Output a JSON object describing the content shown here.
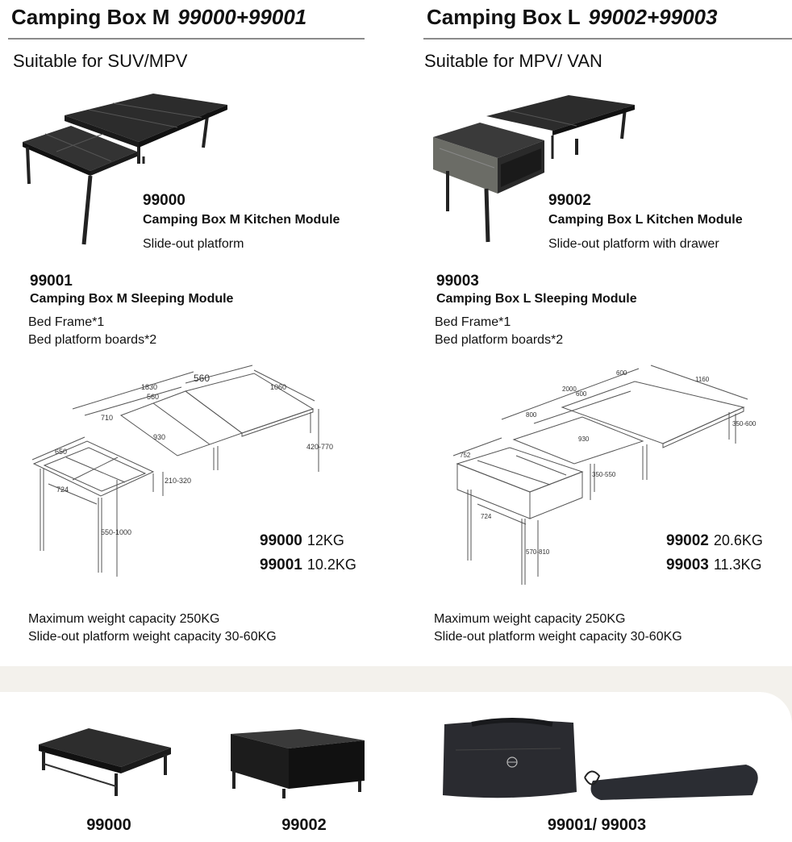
{
  "left": {
    "title": "Camping Box M",
    "title_code": "99000+99001",
    "subtitle": "Suitable for SUV/MPV",
    "kitchen": {
      "code": "99000",
      "name": "Camping Box M Kitchen Module",
      "desc": "Slide-out platform"
    },
    "sleeping": {
      "code": "99001",
      "name": "Camping Box M Sleeping Module",
      "item1": "Bed Frame*1",
      "item2": "Bed platform boards*2"
    },
    "dims": {
      "d1830": "1830",
      "d560a": "560",
      "d560b": "560",
      "d1060": "1060",
      "d710": "710",
      "d930": "930",
      "d650": "650",
      "d724": "724",
      "d210": "210-320",
      "d420": "420-770",
      "d550": "550-1000"
    },
    "weights": [
      {
        "code": "99000",
        "value": "12KG"
      },
      {
        "code": "99001",
        "value": "10.2KG"
      }
    ],
    "capacity1": "Maximum weight capacity 250KG",
    "capacity2": "Slide-out platform weight capacity 30-60KG"
  },
  "right": {
    "title": "Camping Box L",
    "title_code": "99002+99003",
    "subtitle": "Suitable for MPV/ VAN",
    "kitchen": {
      "code": "99002",
      "name": "Camping Box L Kitchen Module",
      "desc": "Slide-out platform with drawer"
    },
    "sleeping": {
      "code": "99003",
      "name": "Camping Box L Sleeping Module",
      "item1": "Bed Frame*1",
      "item2": "Bed platform boards*2"
    },
    "dims": {
      "d2000": "2000",
      "d600a": "600",
      "d600b": "600",
      "d1160": "1160",
      "d800": "800",
      "d930": "930",
      "d752": "752",
      "d724": "724",
      "d350a": "350-550",
      "d350b": "350-600",
      "d570": "570-810"
    },
    "weights": [
      {
        "code": "99002",
        "value": "20.6KG"
      },
      {
        "code": "99003",
        "value": "11.3KG"
      }
    ],
    "capacity1": "Maximum weight capacity 250KG",
    "capacity2": "Slide-out platform weight capacity 30-60KG"
  },
  "bottom": {
    "products": [
      {
        "label": "99000"
      },
      {
        "label": "99002"
      },
      {
        "label": "99001/ 99003"
      }
    ]
  }
}
